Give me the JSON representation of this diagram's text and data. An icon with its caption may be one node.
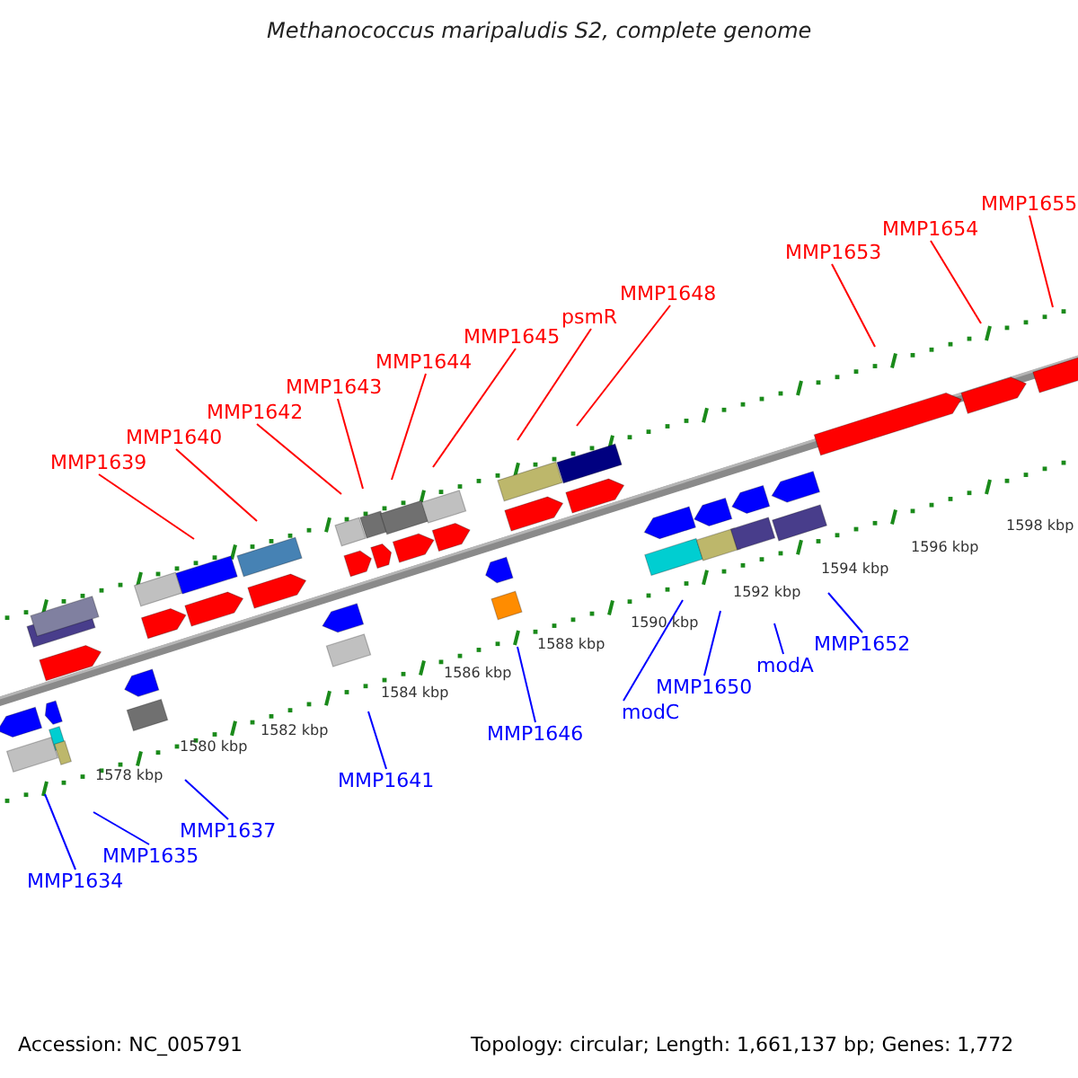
{
  "diagram": {
    "title": "Methanococcus maripaludis S2, complete genome",
    "nodes": [
      {
        "text": [
          "MMP1639"
        ]
      },
      {
        "text": [
          "MMP1640"
        ]
      },
      {
        "text": [
          "MMP1642"
        ]
      },
      {
        "text": [
          "MMP1643"
        ]
      },
      {
        "text": [
          "MMP1644"
        ]
      },
      {
        "text": [
          "MMP1645"
        ]
      },
      {
        "text": [
          "psmR"
        ]
      },
      {
        "text": [
          "MMP1648"
        ]
      },
      {
        "text": [
          "MMP1653"
        ]
      },
      {
        "text": [
          "MMP1654"
        ]
      },
      {
        "text": [
          "MMP1655"
        ]
      },
      {
        "text": [
          "MMP1634"
        ]
      },
      {
        "text": [
          "MMP1635"
        ]
      },
      {
        "text": [
          "MMP1637"
        ]
      },
      {
        "text": [
          "MMP1641"
        ]
      },
      {
        "text": [
          "MMP1646"
        ]
      },
      {
        "text": [
          "modC"
        ]
      },
      {
        "text": [
          "MMP1650"
        ]
      },
      {
        "text": [
          "modA"
        ]
      },
      {
        "text": [
          "MMP1652"
        ]
      }
    ],
    "edges": [
      {
        "from": 0,
        "to": null,
        "arrow": "none"
      },
      {
        "from": 1,
        "to": null,
        "arrow": "none"
      },
      {
        "from": 2,
        "to": null,
        "arrow": "none"
      },
      {
        "from": 3,
        "to": null,
        "arrow": "none"
      },
      {
        "from": 4,
        "to": null,
        "arrow": "none"
      },
      {
        "from": 5,
        "to": null,
        "arrow": "none"
      },
      {
        "from": 6,
        "to": null,
        "arrow": "none"
      },
      {
        "from": 7,
        "to": null,
        "arrow": "none"
      },
      {
        "from": 8,
        "to": null,
        "arrow": "none"
      },
      {
        "from": 9,
        "to": null,
        "arrow": "none"
      },
      {
        "from": 10,
        "to": null,
        "arrow": "none"
      },
      {
        "from": 11,
        "to": null,
        "arrow": "none",
        "color": "#0000ff"
      },
      {
        "from": 12,
        "to": null,
        "arrow": "none",
        "color": "#0000ff"
      },
      {
        "from": 13,
        "to": null,
        "arrow": "none",
        "color": "#0000ff"
      },
      {
        "from": 14,
        "to": null,
        "arrow": "none",
        "color": "#0000ff"
      },
      {
        "from": 15,
        "to": null,
        "arrow": "none",
        "color": "#0000ff"
      },
      {
        "from": 16,
        "to": null,
        "arrow": "none",
        "color": "#0000ff"
      },
      {
        "from": 17,
        "to": null,
        "arrow": "none",
        "color": "#0000ff"
      },
      {
        "from": 18,
        "to": null,
        "arrow": "none",
        "color": "#0000ff"
      },
      {
        "from": 19,
        "to": null,
        "arrow": "none",
        "color": "#0000ff"
      }
    ],
    "labels": [
      "1578 kbp",
      "1580 kbp",
      "1582 kbp",
      "1584 kbp",
      "1586 kbp",
      "1588 kbp",
      "1590 kbp",
      "1592 kbp",
      "1594 kbp",
      "1596 kbp",
      "1598 kbp",
      "Accession: NC_005791",
      "Topology: circular; Length: 1,661,137 bp; Genes: 1,772"
    ]
  }
}
